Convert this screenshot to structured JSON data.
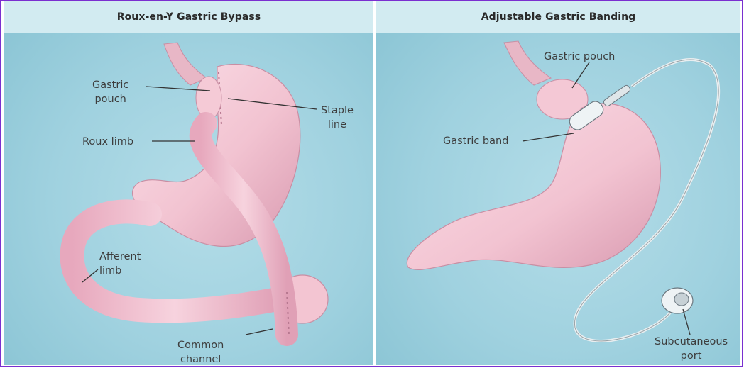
{
  "panels": [
    {
      "title": "Roux-en-Y Gastric Bypass",
      "labels": {
        "gastric_pouch": "Gastric\npouch",
        "staple_line": "Staple\nline",
        "roux_limb": "Roux limb",
        "afferent_limb": "Afferent\nlimb",
        "common_channel": "Common\nchannel"
      }
    },
    {
      "title": "Adjustable Gastric Banding",
      "labels": {
        "gastric_pouch": "Gastric pouch",
        "gastric_band": "Gastric band",
        "subcutaneous_port": "Subcutaneous\nport"
      }
    }
  ],
  "colors": {
    "background": "#9fd1df",
    "header": "#d2ebf1",
    "tissue": "#f3c5d2",
    "tissue_shadow": "#d896ad",
    "frame": "#7a2fd0"
  }
}
